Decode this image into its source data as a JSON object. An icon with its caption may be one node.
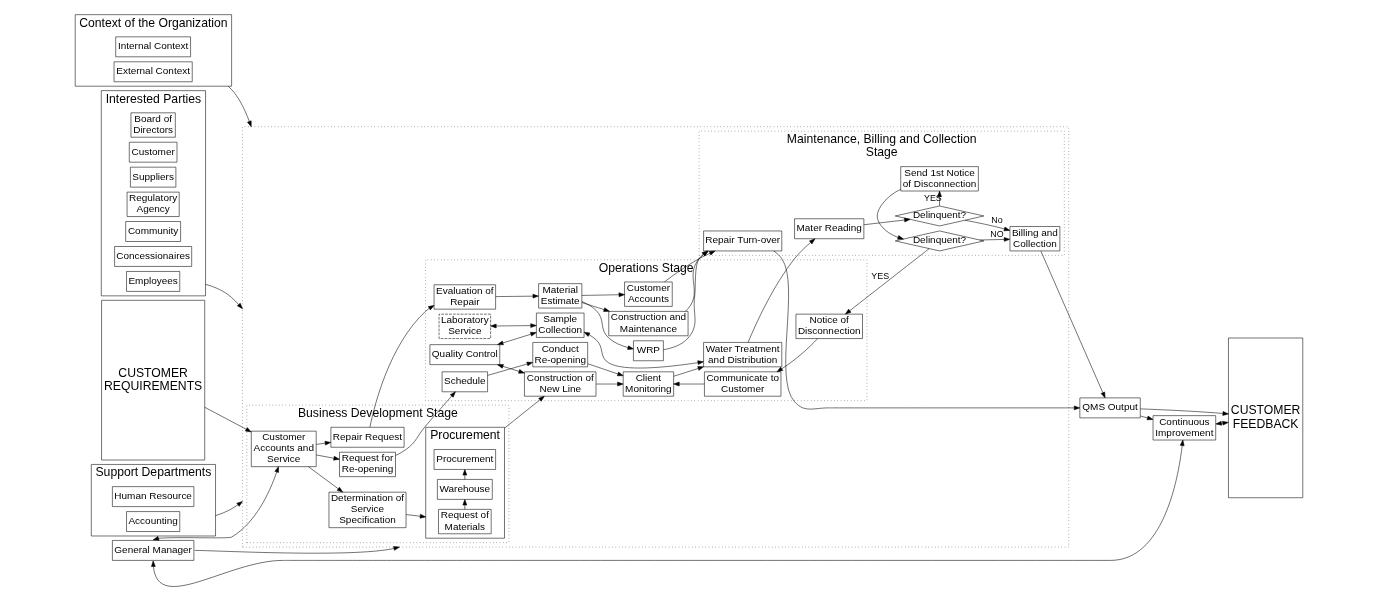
{
  "diagram": {
    "nodes": [
      {
        "text": [
          "CUSTOMER REQUIREMENTS"
        ]
      },
      {
        "text": [
          "General Manager"
        ]
      },
      {
        "text": [
          "Continuous Improvement"
        ]
      },
      {
        "text": [],
        "shape": "box"
      },
      {
        "text": [
          "Business Development Stage"
        ],
        "in": 3
      },
      {
        "text": [
          "Customer Accounts and Service"
        ],
        "in": 4
      },
      {
        "text": [
          "Repair Request"
        ],
        "in": 4
      },
      {
        "text": [
          "Determination of Service Specification"
        ],
        "in": 4
      },
      {
        "text": [
          "Procurement"
        ],
        "in": 4
      },
      {
        "text": [
          "Request of Materials"
        ],
        "in": 8
      },
      {
        "text": [
          "Warehouse"
        ],
        "in": 8
      },
      {
        "text": [
          "Procurement"
        ],
        "in": 8
      },
      {
        "text": [
          "Request for Re-opening"
        ],
        "in": 4
      },
      {
        "text": [
          "Operations Stage"
        ],
        "in": 3
      },
      {
        "text": [
          "Evaluation of Repair"
        ],
        "in": 13
      },
      {
        "text": [
          "Material Estimate"
        ],
        "in": 13
      },
      {
        "text": [
          "WRP"
        ],
        "in": 13
      },
      {
        "text": [
          "Construction and Maintenance"
        ],
        "in": 13
      },
      {
        "text": [
          "Customer Accounts"
        ],
        "in": 13
      },
      {
        "text": [
          "Laboratory Service"
        ],
        "in": 13
      },
      {
        "text": [
          "Quality Control"
        ],
        "in": 13
      },
      {
        "text": [
          "Sample Collection"
        ],
        "in": 13
      },
      {
        "text": [
          "Construction of New Line"
        ],
        "in": 13
      },
      {
        "text": [
          "Client Monitoring"
        ],
        "in": 13
      },
      {
        "text": [
          "Water Treatment and Distribution"
        ],
        "in": 13
      },
      {
        "text": [
          "Schedule"
        ],
        "in": 13
      },
      {
        "text": [
          "Conduct Re-opening"
        ],
        "in": 13
      },
      {
        "text": [
          "Communicate to Customer"
        ],
        "in": 13
      },
      {
        "text": [
          "Notice of Disconnection"
        ],
        "in": 13
      },
      {
        "text": [
          "Maintenance, Billing and Collection Stage"
        ],
        "in": 3
      },
      {
        "text": [
          "Repair Turn-over"
        ],
        "in": 29
      },
      {
        "text": [
          "Mater Reading"
        ],
        "in": 29
      },
      {
        "text": [
          "Delinquent?"
        ],
        "in": 29
      },
      {
        "text": [
          "Billing and Collection"
        ],
        "in": 29
      },
      {
        "text": [
          "Send 1st Notice of Disconnection"
        ],
        "in": 29
      },
      {
        "text": [
          "Delinquent?"
        ],
        "in": 29
      },
      {
        "text": [
          "QMS Output"
        ]
      },
      {
        "text": [
          "CUSTOMER FEEDBACK"
        ]
      },
      {
        "text": [
          "Support Departments"
        ]
      },
      {
        "text": [
          "Human Resource"
        ],
        "in": 38
      },
      {
        "text": [
          "Accounting"
        ],
        "in": 38
      },
      {
        "text": [
          "Context of the Organization"
        ]
      },
      {
        "text": [
          "Internal Context"
        ],
        "in": 41
      },
      {
        "text": [
          "External Context"
        ],
        "in": 41
      },
      {
        "text": [
          "Interested Parties"
        ]
      },
      {
        "text": [
          "Board of Directors"
        ],
        "in": 44
      },
      {
        "text": [
          "Customer"
        ],
        "in": 44
      },
      {
        "text": [
          "Suppliers"
        ],
        "in": 44
      },
      {
        "text": [
          "Regulatory Agency"
        ],
        "in": 44
      },
      {
        "text": [
          "Community"
        ],
        "in": 44
      },
      {
        "text": [
          "Concessionaires"
        ],
        "in": 44
      },
      {
        "text": [
          "Employees"
        ],
        "in": 44
      }
    ],
    "edges": [
      {
        "from": 0,
        "to": 5,
        "arrow": "to"
      },
      {
        "from": 1,
        "to": 5,
        "arrow": "both"
      },
      {
        "from": 1,
        "to": 2,
        "arrow": "both"
      },
      {
        "from": 1,
        "to": 3,
        "arrow": "to"
      },
      {
        "from": 5,
        "to": 6,
        "arrow": "to"
      },
      {
        "from": 5,
        "to": 7,
        "arrow": "to"
      },
      {
        "from": 5,
        "to": 12,
        "arrow": "to"
      },
      {
        "from": 7,
        "to": 8,
        "arrow": "to"
      },
      {
        "from": 9,
        "to": 10,
        "arrow": "to"
      },
      {
        "from": 10,
        "to": 11,
        "arrow": "to"
      },
      {
        "from": 8,
        "to": 22,
        "arrow": "to"
      },
      {
        "from": 6,
        "to": 14,
        "arrow": "to"
      },
      {
        "from": 12,
        "to": 25,
        "arrow": "to"
      },
      {
        "from": 14,
        "to": 15,
        "arrow": "to"
      },
      {
        "from": 15,
        "to": 16,
        "arrow": "to"
      },
      {
        "from": 15,
        "to": 17,
        "arrow": "to"
      },
      {
        "from": 15,
        "to": 18,
        "arrow": "to"
      },
      {
        "from": 16,
        "to": 30,
        "arrow": "to"
      },
      {
        "from": 17,
        "to": 30,
        "arrow": "to"
      },
      {
        "from": 18,
        "to": 30,
        "arrow": "to"
      },
      {
        "from": 19,
        "to": 21,
        "arrow": "both"
      },
      {
        "from": 20,
        "to": 21,
        "arrow": "both"
      },
      {
        "from": 20,
        "to": 22,
        "arrow": "both"
      },
      {
        "from": 21,
        "to": 24,
        "arrow": "both"
      },
      {
        "from": 22,
        "to": 23,
        "arrow": "to"
      },
      {
        "from": 23,
        "to": 24,
        "arrow": "to"
      },
      {
        "from": 25,
        "to": 26,
        "arrow": "to"
      },
      {
        "from": 26,
        "to": 23,
        "arrow": "to"
      },
      {
        "from": 27,
        "to": 23,
        "arrow": "to"
      },
      {
        "from": 24,
        "to": 31,
        "arrow": "to"
      },
      {
        "from": 31,
        "to": 32,
        "arrow": "to"
      },
      {
        "from": 32,
        "to": 33,
        "label": "No",
        "arrow": "to"
      },
      {
        "from": 32,
        "to": 34,
        "label": "YES",
        "arrow": "to"
      },
      {
        "from": 34,
        "to": 35,
        "arrow": "to"
      },
      {
        "from": 35,
        "to": 28,
        "label": "YES",
        "arrow": "to"
      },
      {
        "from": 35,
        "to": 33,
        "label": "NO",
        "arrow": "to"
      },
      {
        "from": 28,
        "to": 27,
        "arrow": "to"
      },
      {
        "from": 30,
        "to": 36,
        "arrow": "to"
      },
      {
        "from": 33,
        "to": 36,
        "arrow": "to"
      },
      {
        "from": 36,
        "to": 2,
        "arrow": "to"
      },
      {
        "from": 36,
        "to": 37,
        "arrow": "to"
      },
      {
        "from": 2,
        "to": 37,
        "arrow": "both"
      },
      {
        "from": 38,
        "to": 3,
        "arrow": "to"
      },
      {
        "from": 41,
        "to": 3,
        "arrow": "to"
      },
      {
        "from": 44,
        "to": 3,
        "arrow": "to"
      }
    ]
  }
}
